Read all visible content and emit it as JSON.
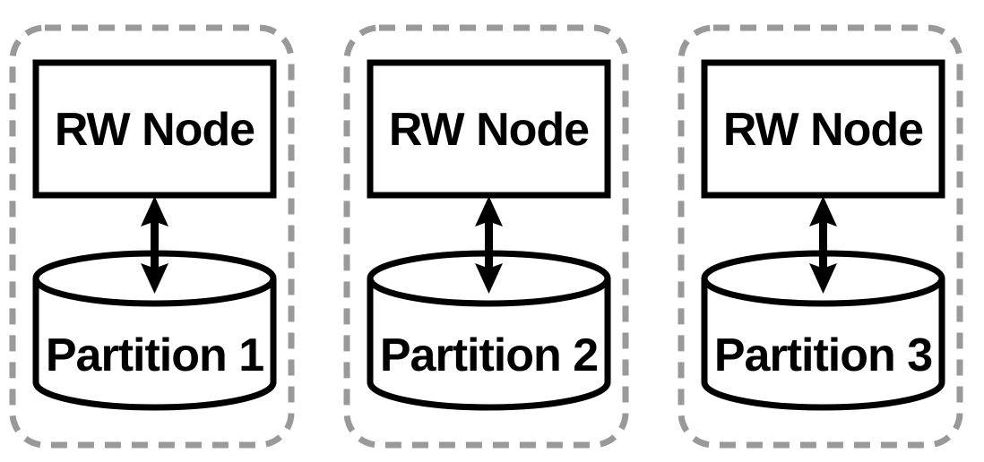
{
  "groups": [
    {
      "node_label": "RW Node",
      "partition_label": "Partition 1"
    },
    {
      "node_label": "RW Node",
      "partition_label": "Partition 2"
    },
    {
      "node_label": "RW Node",
      "partition_label": "Partition 3"
    }
  ],
  "icons": {
    "arrow": "bidirectional-vertical-arrow",
    "cylinder": "database-cylinder"
  },
  "colors": {
    "shape_outline": "#000000",
    "dashed_boundary": "#999999",
    "fill": "#ffffff"
  }
}
